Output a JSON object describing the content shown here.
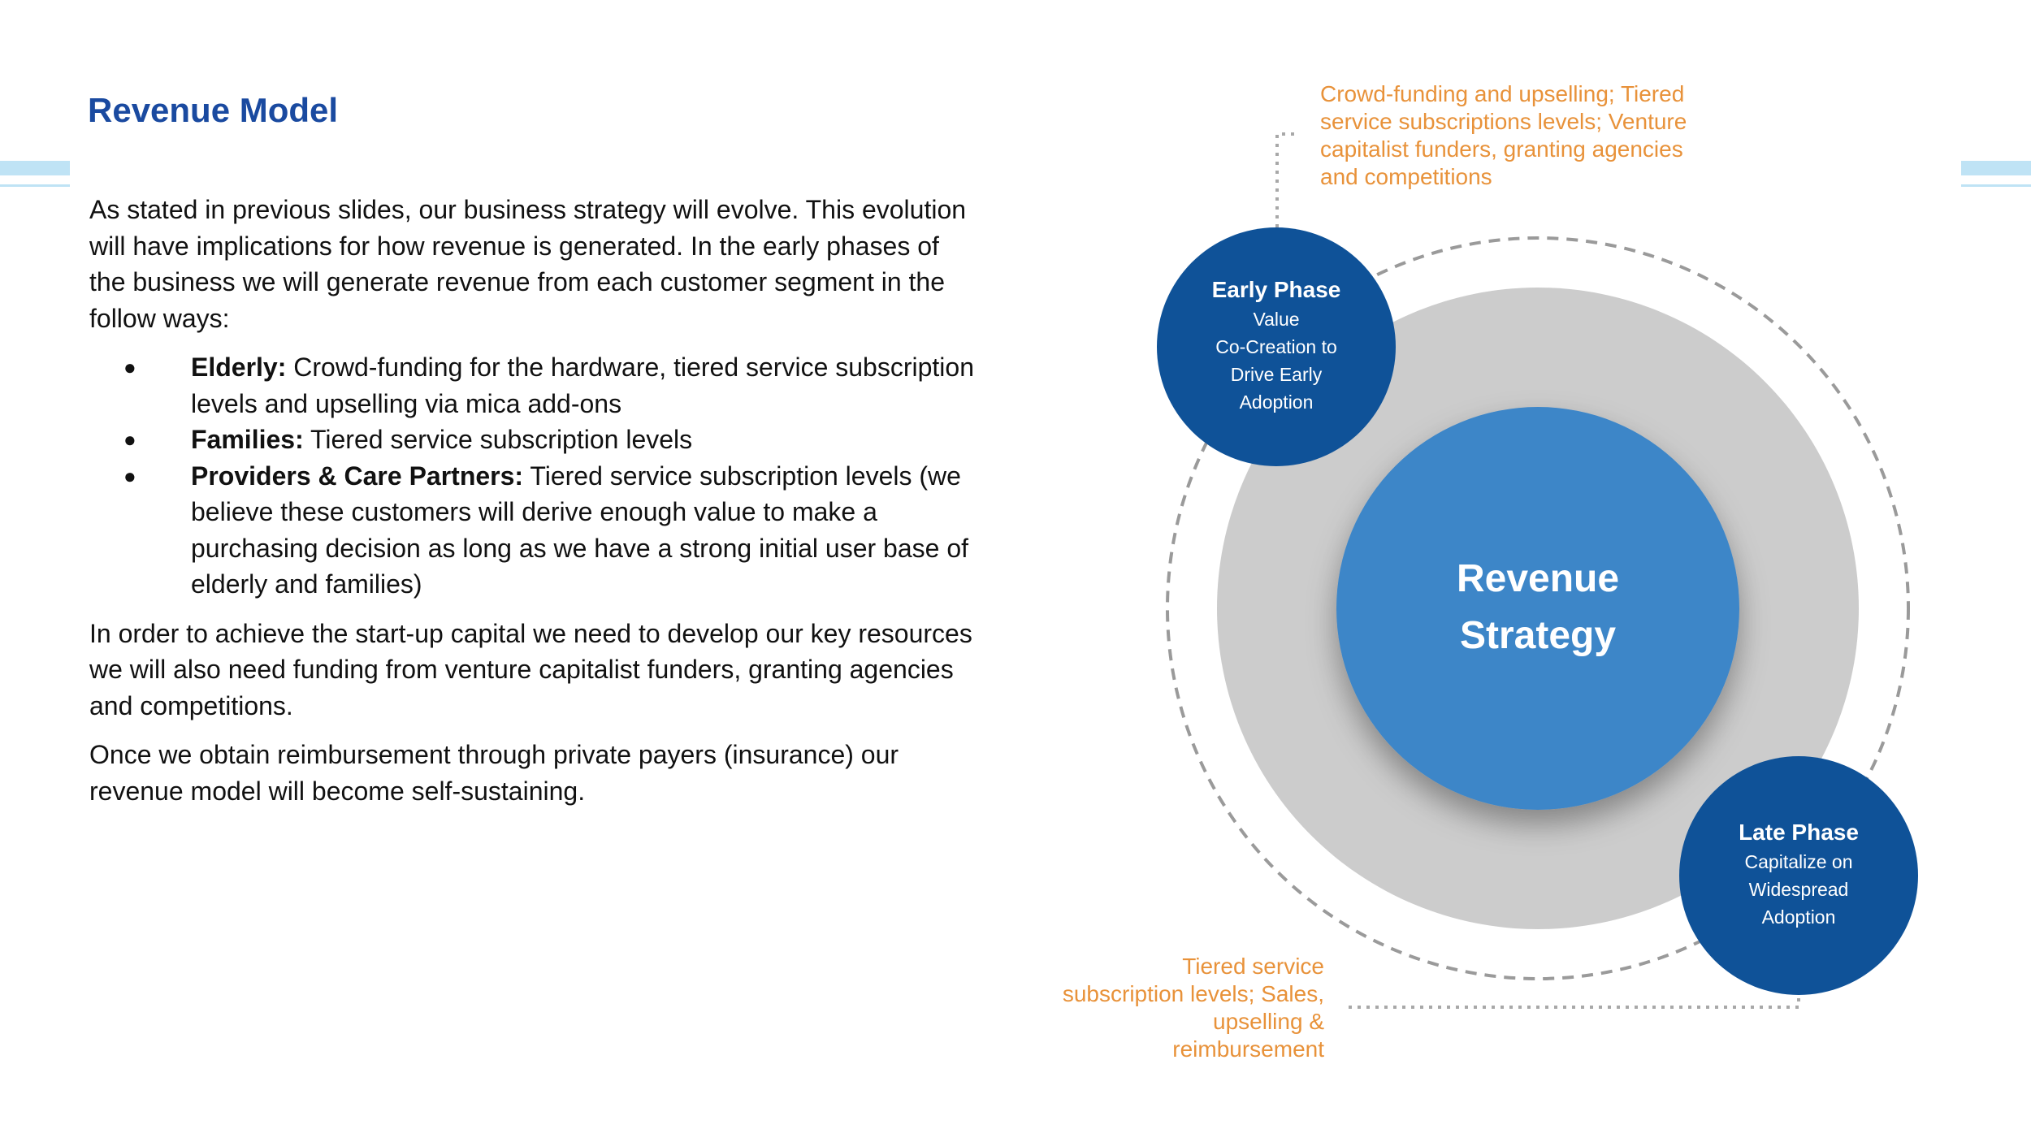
{
  "slide": {
    "title": "Revenue Model",
    "intro": "As stated in previous slides, our business strategy will evolve. This evolution will have implications for how revenue is generated. In the early phases of the business we will generate revenue from each customer segment in the follow ways:",
    "bullet_symbol": "●",
    "bullets": [
      {
        "bold": "Elderly:",
        "text": " Crowd-funding for the hardware, tiered service subscription levels and upselling via mica add-ons"
      },
      {
        "bold": "Families:",
        "text": " Tiered service subscription levels"
      },
      {
        "bold": "Providers & Care Partners:",
        "text": " Tiered service subscription levels (we believe these customers will derive enough value to make a purchasing decision as long as we have a strong initial user base of elderly and families)"
      }
    ],
    "para2": "In order to achieve the start-up capital we need to develop our key resources we will also need funding from venture capitalist funders, granting agencies and competitions.",
    "para3": "Once we obtain reimbursement through private payers (insurance) our revenue model will become self-sustaining."
  },
  "diagram": {
    "center": {
      "line1": "Revenue",
      "line2": "Strategy"
    },
    "early_phase": {
      "title": "Early Phase",
      "lines": [
        "Value",
        "Co-Creation to",
        "Drive Early",
        "Adoption"
      ]
    },
    "late_phase": {
      "title": "Late Phase",
      "lines": [
        "Capitalize on",
        "Widespread",
        "Adoption"
      ]
    },
    "callout_early": [
      "Crowd-funding and upselling; Tiered",
      "service subscriptions levels; Venture",
      "capitalist funders, granting agencies",
      "and competitions"
    ],
    "callout_late": [
      "Tiered service",
      "subscription levels; Sales,",
      "upselling &",
      "reimbursement"
    ]
  },
  "colors": {
    "title": "#1a4aa0",
    "center_circle": "#3e86c8",
    "phase_circle": "#0f5298",
    "ring": "#cccccc",
    "callout_text": "#e8923a",
    "decoration": "#bfe3f5"
  }
}
